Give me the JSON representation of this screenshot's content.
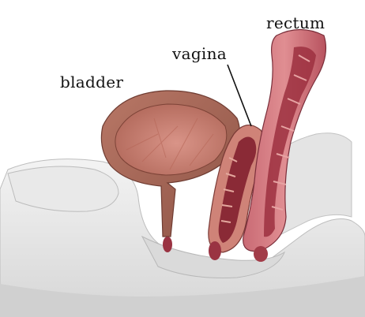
{
  "labels": {
    "bladder": "bladder",
    "vagina": "vagina",
    "rectum": "rectum"
  },
  "colors": {
    "tissue_light": "#e6e6e6",
    "tissue_mid": "#cfcfcf",
    "organ_outer": "#a66a5a",
    "organ_inner": "#c87e6e",
    "organ_lining": "#d9958a",
    "rectum_wall": "#c0606a",
    "dark_red": "#8a2a36",
    "leader_line": "#111111"
  }
}
